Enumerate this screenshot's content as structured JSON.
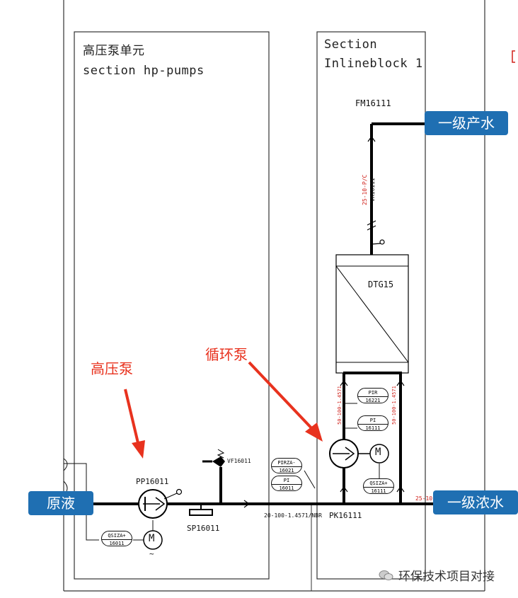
{
  "sections": {
    "hp_pumps": {
      "title_cn": "高压泵单元",
      "title_en": "section hp-pumps"
    },
    "inline": {
      "title_line1": "Section",
      "title_line2": "Inlineblock 1"
    }
  },
  "tags": {
    "raw": "原液",
    "permeate": "一级产水",
    "concentrate": "一级浓水"
  },
  "callouts": {
    "hp_pump": "高压泵",
    "circ_pump": "循环泵"
  },
  "labels": {
    "pp": "PP16011",
    "sp": "SP16011",
    "vf": "VF16011",
    "pk": "PK16111",
    "fm": "FM16111",
    "vr": "VR16111",
    "dt": "DTG15",
    "pipe_main": "20-100-1.4571/NBR",
    "pipe_perm": "25-10-P/C",
    "pipe_m1": "50-100-1.4571",
    "pipe_m2": "50-100-1.4571",
    "conc_pipe": "25-10"
  },
  "instruments": [
    {
      "top": "PIRZA-",
      "bottom": "16021"
    },
    {
      "top": "PI",
      "bottom": "16011"
    },
    {
      "top": "PIR",
      "bottom": "16221"
    },
    {
      "top": "PI",
      "bottom": "16111"
    },
    {
      "top": "QSIZA+",
      "bottom": "16111"
    },
    {
      "top": "QSIZA+",
      "bottom": "16011"
    }
  ],
  "motor_symbol": "M",
  "tilde": "~",
  "watermark": "环保技术项目对接",
  "colors": {
    "tag_blue": "#1f6fb2",
    "callout_red": "#e8321e",
    "pipe_black": "#000000",
    "annot_red": "#d0201a"
  }
}
